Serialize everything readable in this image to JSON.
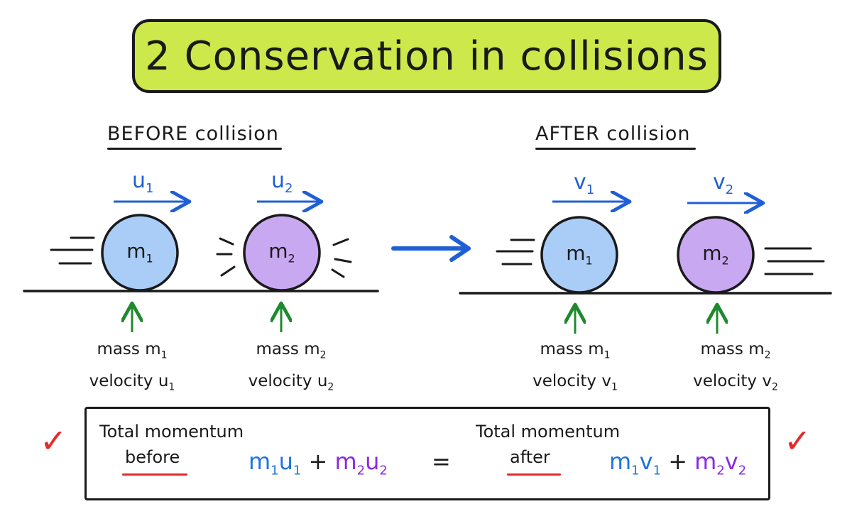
{
  "title": "2 Conservation in collisions",
  "before": {
    "heading": "BEFORE collision",
    "ball1": {
      "mass_symbol": "m",
      "mass_sub": "1",
      "velocity_symbol": "u",
      "velocity_sub": "1",
      "color": "#a9cdf7"
    },
    "ball2": {
      "mass_symbol": "m",
      "mass_sub": "2",
      "velocity_symbol": "u",
      "velocity_sub": "2",
      "color": "#c9a8f2"
    },
    "caption1": {
      "mass_text": "mass m",
      "mass_sub": "1",
      "velocity_text": "velocity u",
      "velocity_sub": "1"
    },
    "caption2": {
      "mass_text": "mass m",
      "mass_sub": "2",
      "velocity_text": "velocity u",
      "velocity_sub": "2"
    }
  },
  "after": {
    "heading": "AFTER collision",
    "ball1": {
      "mass_symbol": "m",
      "mass_sub": "1",
      "velocity_symbol": "v",
      "velocity_sub": "1",
      "color": "#a9cdf7"
    },
    "ball2": {
      "mass_symbol": "m",
      "mass_sub": "2",
      "velocity_symbol": "v",
      "velocity_sub": "2",
      "color": "#c9a8f2"
    },
    "caption1": {
      "mass_text": "mass m",
      "mass_sub": "1",
      "velocity_text": "velocity v",
      "velocity_sub": "1"
    },
    "caption2": {
      "mass_text": "mass m",
      "mass_sub": "2",
      "velocity_text": "velocity v",
      "velocity_sub": "2"
    }
  },
  "equation": {
    "left_line1": "Total momentum",
    "left_line2": "before",
    "right_line1": "Total momentum",
    "right_line2": "after",
    "before_expr": {
      "m": "m",
      "m1": "1",
      "u": "u",
      "u1": "1",
      "plus": "+",
      "m2sym": "m",
      "m2": "2",
      "u2sym": "u",
      "u2": "2"
    },
    "equals": "=",
    "after_expr": {
      "m": "m",
      "m1": "1",
      "v": "v",
      "v1": "1",
      "plus": "+",
      "m2sym": "m",
      "m2": "2",
      "v2sym": "v",
      "v2": "2"
    },
    "tick": "✓"
  },
  "colors": {
    "banner": "#cde84a",
    "velocity_arrow": "#1f5fd6",
    "pointer_arrow": "#1e8a2e",
    "underline_red": "#e22b2b",
    "ball_blue": "#a9cdf7",
    "ball_purple": "#c9a8f2"
  },
  "icons": {
    "process_arrow": "right-arrow-icon",
    "check": "check-mark-icon"
  }
}
